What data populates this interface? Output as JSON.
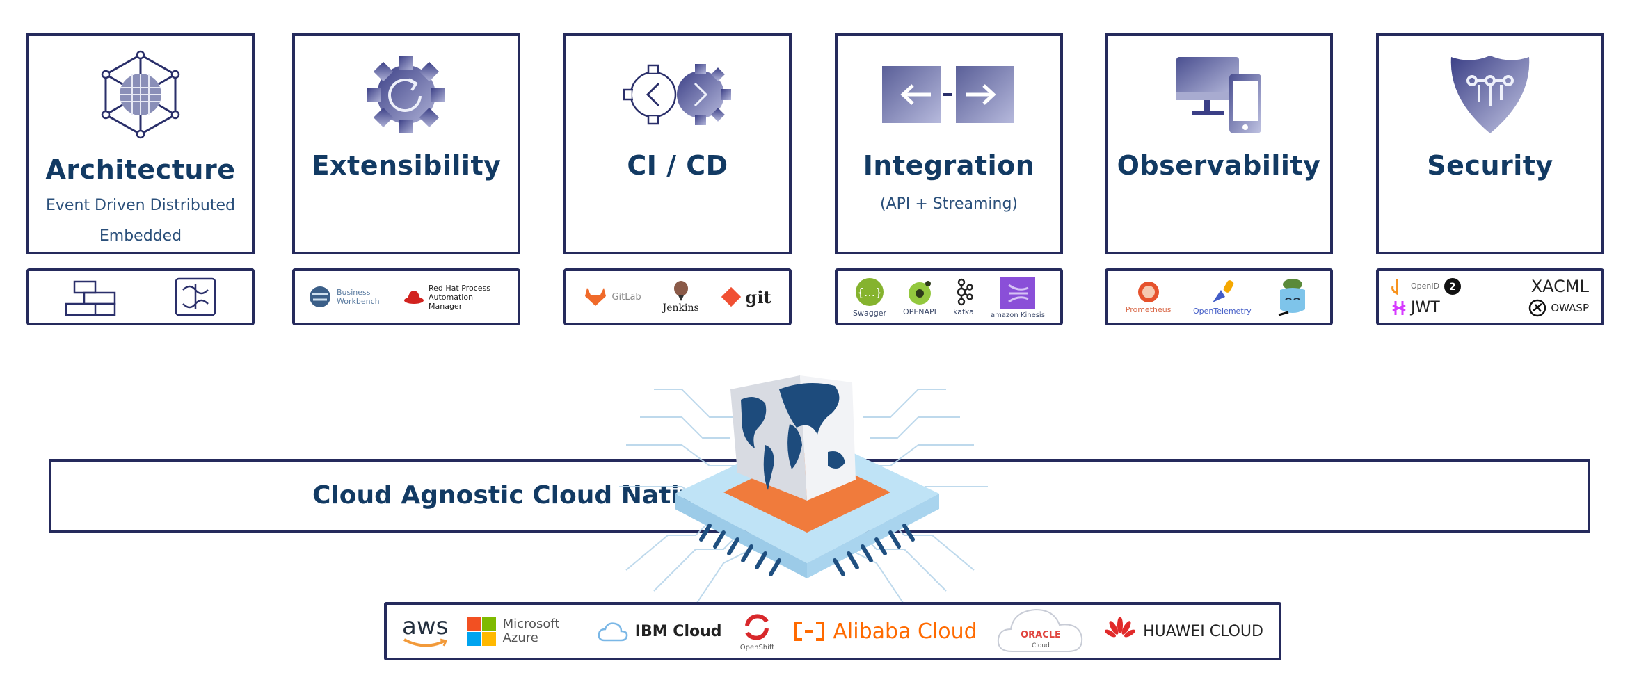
{
  "pillars": [
    {
      "title": "Architecture",
      "subtitle_lines": [
        "Event Driven Distributed",
        "Embedded"
      ],
      "icon": "globe-network-icon",
      "tools": [
        {
          "name": "lego-bricks",
          "label": ""
        },
        {
          "name": "puzzle",
          "label": ""
        }
      ]
    },
    {
      "title": "Extensibility",
      "subtitle_lines": [],
      "icon": "gear-refresh-icon",
      "tools": [
        {
          "name": "business-workbench",
          "label": "Business Workbench"
        },
        {
          "name": "red-hat-process-automation",
          "label": "Red Hat Process Automation Manager"
        }
      ]
    },
    {
      "title": "CI / CD",
      "subtitle_lines": [],
      "icon": "code-gears-icon",
      "tools": [
        {
          "name": "gitlab",
          "label": "GitLab"
        },
        {
          "name": "jenkins",
          "label": "Jenkins"
        },
        {
          "name": "git",
          "label": "git"
        }
      ]
    },
    {
      "title": "Integration",
      "subtitle_lines": [
        "(API + Streaming)"
      ],
      "icon": "exchange-arrows-icon",
      "tools": [
        {
          "name": "swagger",
          "label": "Swagger"
        },
        {
          "name": "openapi",
          "label": "OPENAPI"
        },
        {
          "name": "kafka",
          "label": "kafka"
        },
        {
          "name": "amazon-kinesis",
          "label": "amazon Kinesis"
        }
      ]
    },
    {
      "title": "Observability",
      "subtitle_lines": [],
      "icon": "monitor-phone-icon",
      "tools": [
        {
          "name": "prometheus",
          "label": "Prometheus"
        },
        {
          "name": "opentelemetry",
          "label": "OpenTelemetry"
        },
        {
          "name": "jaeger-mascot",
          "label": ""
        }
      ]
    },
    {
      "title": "Security",
      "subtitle_lines": [],
      "icon": "shield-circuit-icon",
      "tools": [
        {
          "name": "openid",
          "label": "OpenID"
        },
        {
          "name": "xacml",
          "label": "XACML"
        },
        {
          "name": "jwt",
          "label": "JWT"
        },
        {
          "name": "owasp",
          "label": "OWASP"
        }
      ]
    }
  ],
  "band": {
    "label": "Cloud Agnostic Cloud Native"
  },
  "providers": [
    {
      "name": "aws",
      "label": "aws"
    },
    {
      "name": "microsoft-azure",
      "label": "Microsoft Azure"
    },
    {
      "name": "ibm-cloud",
      "label": "IBM Cloud"
    },
    {
      "name": "openshift",
      "label": "OpenShift"
    },
    {
      "name": "alibaba-cloud",
      "label": "Alibaba Cloud"
    },
    {
      "name": "oracle-cloud",
      "label": "ORACLE Cloud"
    },
    {
      "name": "huawei-cloud",
      "label": "HUAWEI CLOUD"
    }
  ],
  "colors": {
    "border": "#252a5c",
    "title": "#123a63",
    "icon": "#5a5f98",
    "orange": "#f07b3c",
    "chip": "#bfe3f6"
  }
}
